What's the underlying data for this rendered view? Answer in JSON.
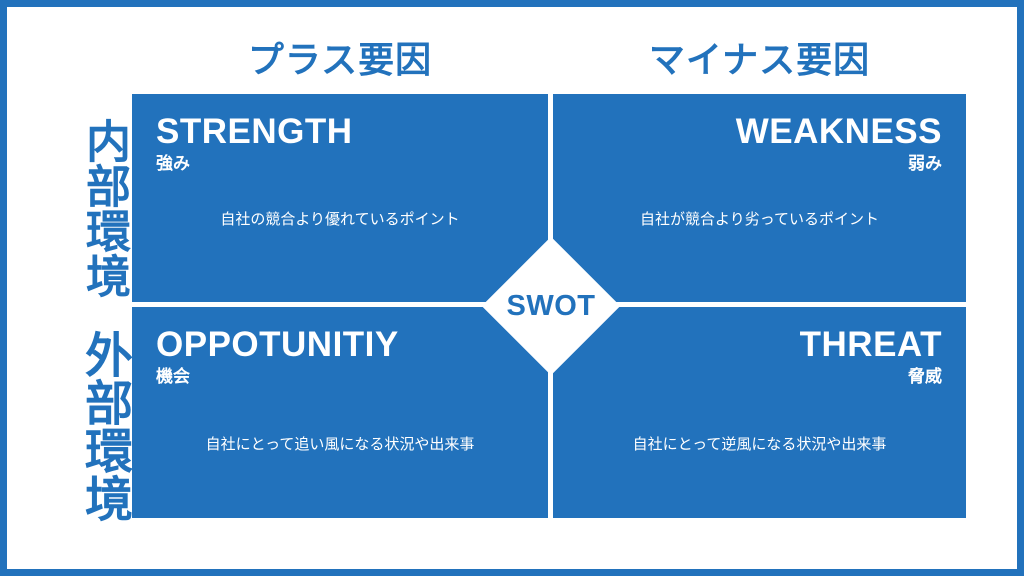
{
  "frame": {
    "border_color": "#2272bc",
    "background_color": "#ffffff"
  },
  "theme": {
    "accent": "#2272bc",
    "quadrant_fill": "#2272bc",
    "text_on_fill": "#ffffff"
  },
  "center": {
    "label": "SWOT"
  },
  "column_headers": [
    {
      "key": "plus",
      "label": "プラス要因"
    },
    {
      "key": "minus",
      "label": "マイナス要因"
    }
  ],
  "row_labels": [
    {
      "key": "internal",
      "label": "内部環境"
    },
    {
      "key": "external",
      "label": "外部環境"
    }
  ],
  "quadrants": [
    {
      "key": "strength",
      "position": "top-left",
      "title": "STRENGTH",
      "subtitle": "強み",
      "description": "自社の競合より優れているポイント"
    },
    {
      "key": "weakness",
      "position": "top-right",
      "title": "WEAKNESS",
      "subtitle": "弱み",
      "description": "自社が競合より劣っているポイント"
    },
    {
      "key": "opportunity",
      "position": "bottom-left",
      "title": "OPPOTUNITIY",
      "subtitle": "機会",
      "description": "自社にとって追い風になる状況や出来事"
    },
    {
      "key": "threat",
      "position": "bottom-right",
      "title": "THREAT",
      "subtitle": "脅威",
      "description": "自社にとって逆風になる状況や出来事"
    }
  ]
}
